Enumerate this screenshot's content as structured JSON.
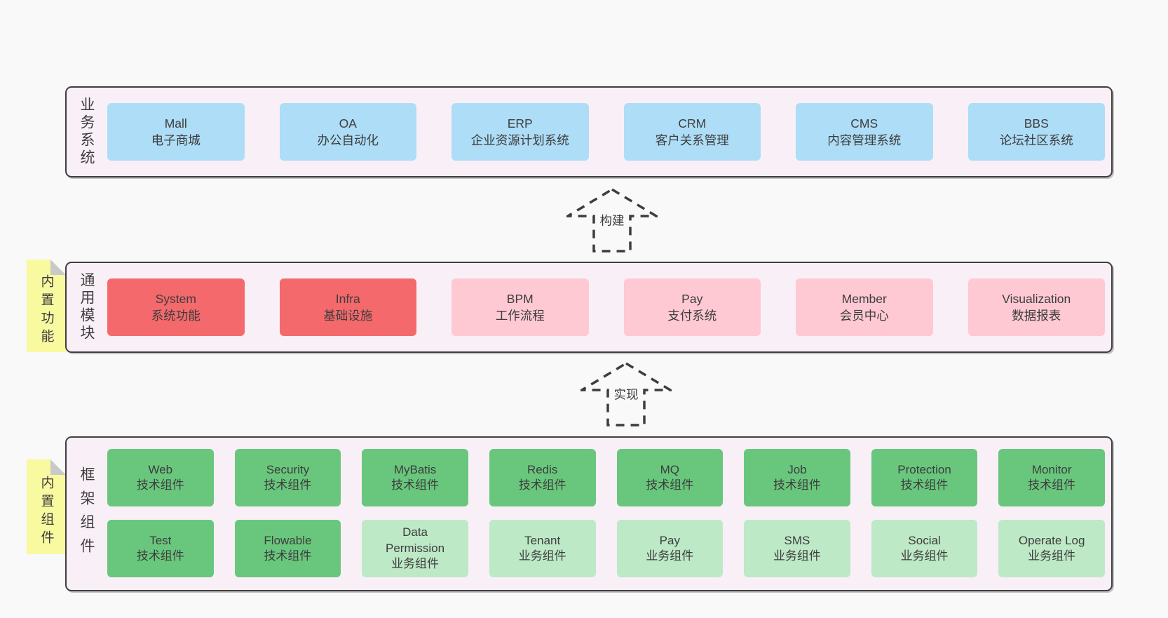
{
  "palette": {
    "page-bg": "#f9f9f9",
    "panel-bg": "#f9eff7",
    "panel-border": "#3f3f3f",
    "blue": "#aeddf7",
    "red": "#f4696c",
    "pink": "#fec9d3",
    "green": "#69c77d",
    "lightgreen": "#bde9c6",
    "yellow": "#f9f9a0",
    "fold": "#c9c9c9",
    "text": "#3d3d3d"
  },
  "arrows": [
    {
      "label": "构建"
    },
    {
      "label": "实现"
    }
  ],
  "layers": [
    {
      "label": "业务系统",
      "boxes": [
        {
          "en": "Mall",
          "zh": "电子商城",
          "variant": "blue"
        },
        {
          "en": "OA",
          "zh": "办公自动化",
          "variant": "blue"
        },
        {
          "en": "ERP",
          "zh": "企业资源计划系统",
          "variant": "blue"
        },
        {
          "en": "CRM",
          "zh": "客户关系管理",
          "variant": "blue"
        },
        {
          "en": "CMS",
          "zh": "内容管理系统",
          "variant": "blue"
        },
        {
          "en": "BBS",
          "zh": "论坛社区系统",
          "variant": "blue"
        }
      ]
    },
    {
      "label": "通用模块",
      "note": "内置功能",
      "boxes": [
        {
          "en": "System",
          "zh": "系统功能",
          "variant": "red"
        },
        {
          "en": "Infra",
          "zh": "基础设施",
          "variant": "red"
        },
        {
          "en": "BPM",
          "zh": "工作流程",
          "variant": "pink"
        },
        {
          "en": "Pay",
          "zh": "支付系统",
          "variant": "pink"
        },
        {
          "en": "Member",
          "zh": "会员中心",
          "variant": "pink"
        },
        {
          "en": "Visualization",
          "zh": "数据报表",
          "variant": "pink"
        }
      ]
    },
    {
      "label": "框架组件",
      "note": "内置组件",
      "rows": [
        [
          {
            "en": "Web",
            "zh": "技术组件",
            "variant": "green"
          },
          {
            "en": "Security",
            "zh": "技术组件",
            "variant": "green"
          },
          {
            "en": "MyBatis",
            "zh": "技术组件",
            "variant": "green"
          },
          {
            "en": "Redis",
            "zh": "技术组件",
            "variant": "green"
          },
          {
            "en": "MQ",
            "zh": "技术组件",
            "variant": "green"
          },
          {
            "en": "Job",
            "zh": "技术组件",
            "variant": "green"
          },
          {
            "en": "Protection",
            "zh": "技术组件",
            "variant": "green"
          },
          {
            "en": "Monitor",
            "zh": "技术组件",
            "variant": "green"
          }
        ],
        [
          {
            "en": "Test",
            "zh": "技术组件",
            "variant": "green"
          },
          {
            "en": "Flowable",
            "zh": "技术组件",
            "variant": "green"
          },
          {
            "en": "Data Permission",
            "zh": "业务组件",
            "variant": "lightgreen"
          },
          {
            "en": "Tenant",
            "zh": "业务组件",
            "variant": "lightgreen"
          },
          {
            "en": "Pay",
            "zh": "业务组件",
            "variant": "lightgreen"
          },
          {
            "en": "SMS",
            "zh": "业务组件",
            "variant": "lightgreen"
          },
          {
            "en": "Social",
            "zh": "业务组件",
            "variant": "lightgreen"
          },
          {
            "en": "Operate Log",
            "zh": "业务组件",
            "variant": "lightgreen"
          }
        ]
      ]
    }
  ]
}
